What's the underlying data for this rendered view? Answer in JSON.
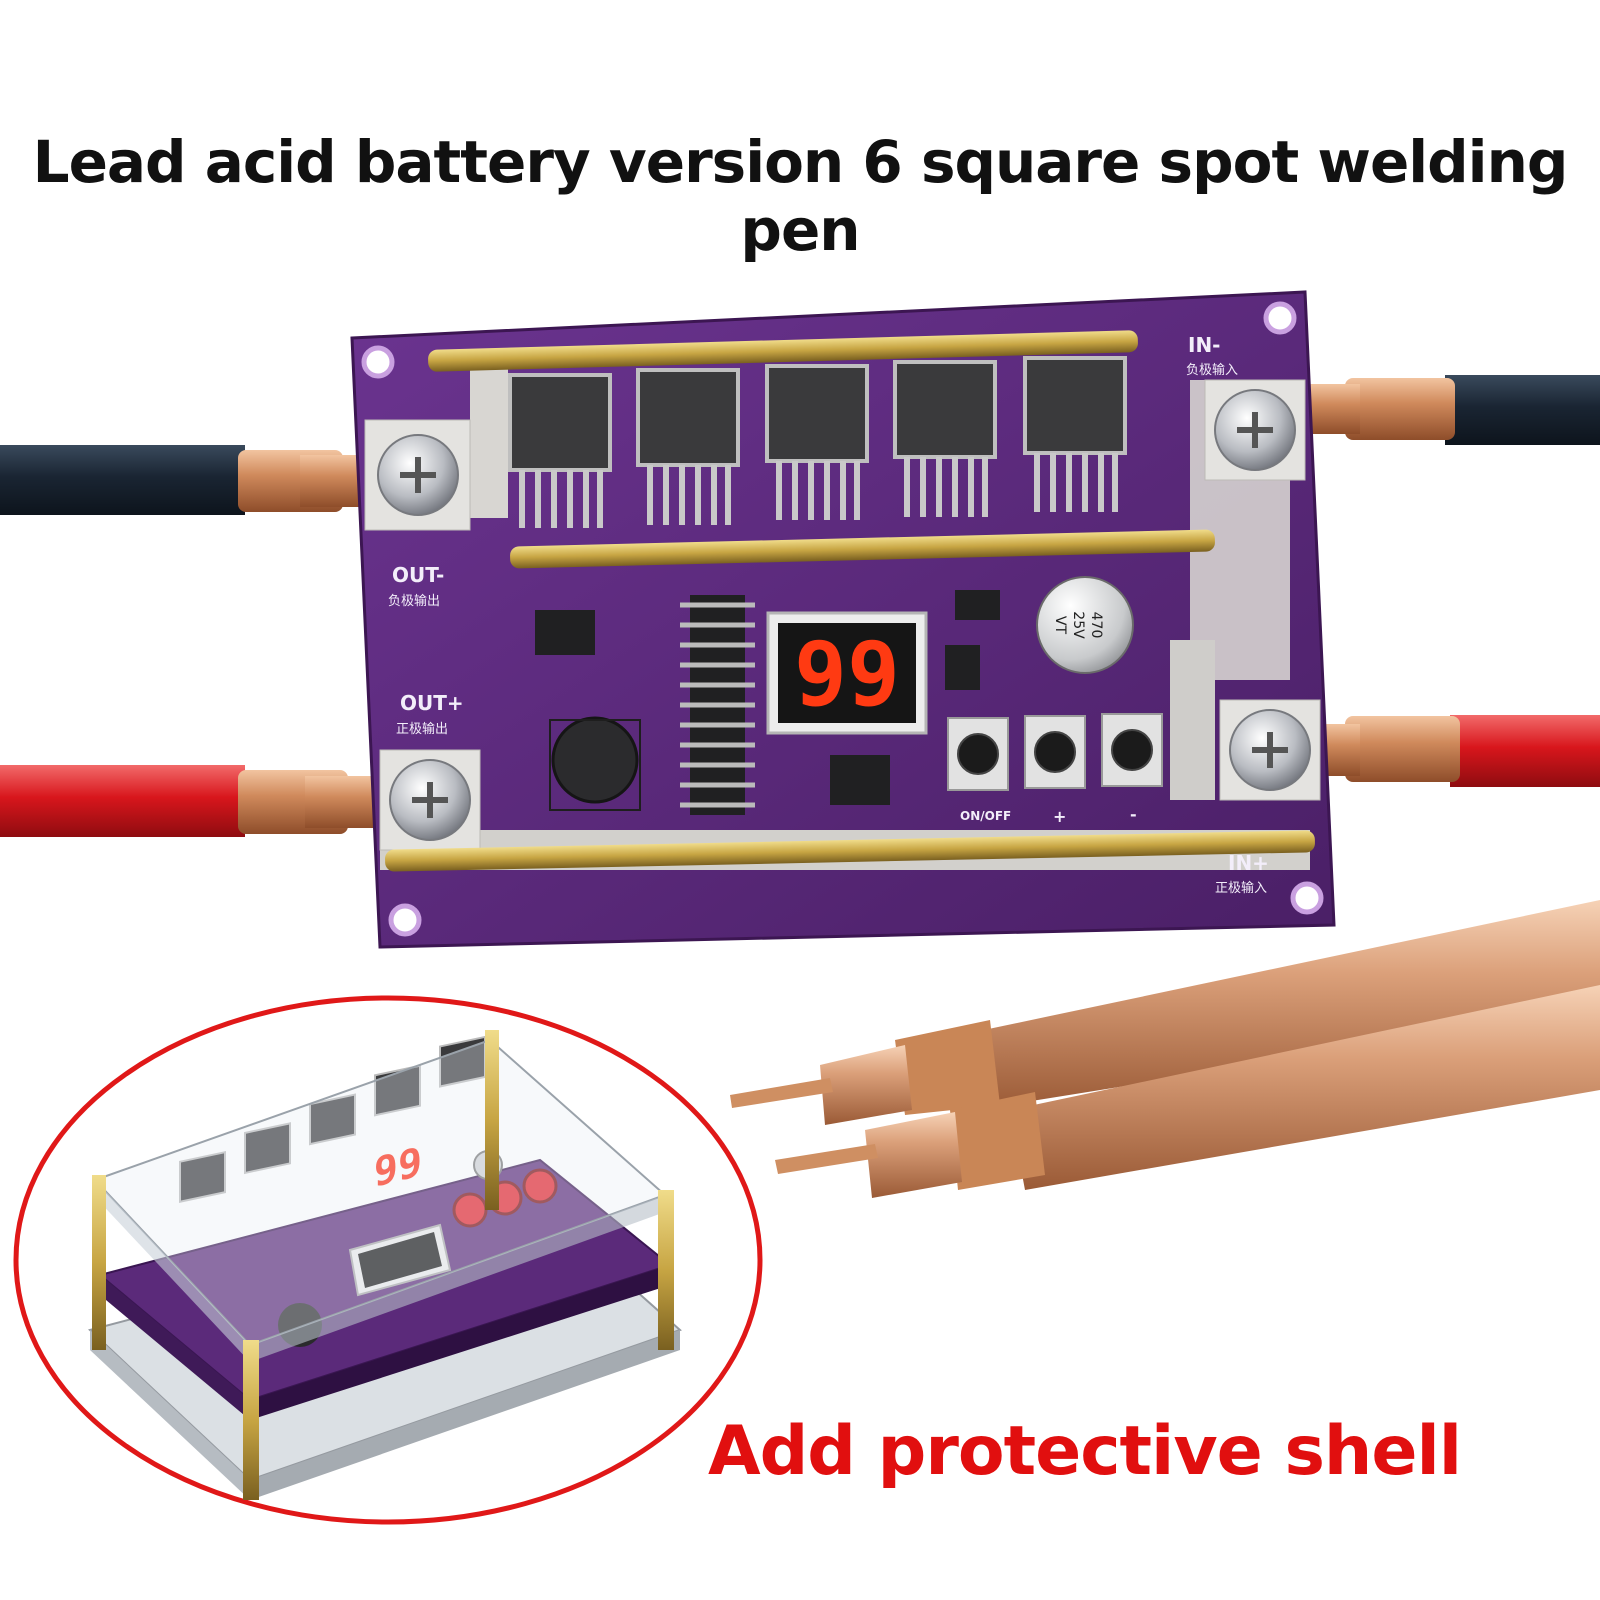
{
  "title": "Lead acid battery version 6 square spot welding pen",
  "callout": "Add protective shell",
  "board": {
    "display_value": "99",
    "small_display_value": "99",
    "labels": {
      "out_minus": "OUT-",
      "out_minus_cn": "负极输出",
      "out_plus": "OUT+",
      "out_plus_cn": "正极输出",
      "in_minus": "IN-",
      "in_minus_cn": "负极输入",
      "in_plus": "IN+",
      "in_plus_cn": "正极输入",
      "btn_onoff": "ON/OFF",
      "btn_plus": "+",
      "btn_minus": "-",
      "cap_line1": "470",
      "cap_line2": "25V",
      "cap_line3": "VT"
    }
  },
  "colors": {
    "pcb": "#5a2a78",
    "brass": "#c7a543",
    "copper": "#d08a5c",
    "display_red": "#ff3a12",
    "ellipse": "#e01818",
    "wire_black": "#172230",
    "wire_red": "#d8161c"
  }
}
